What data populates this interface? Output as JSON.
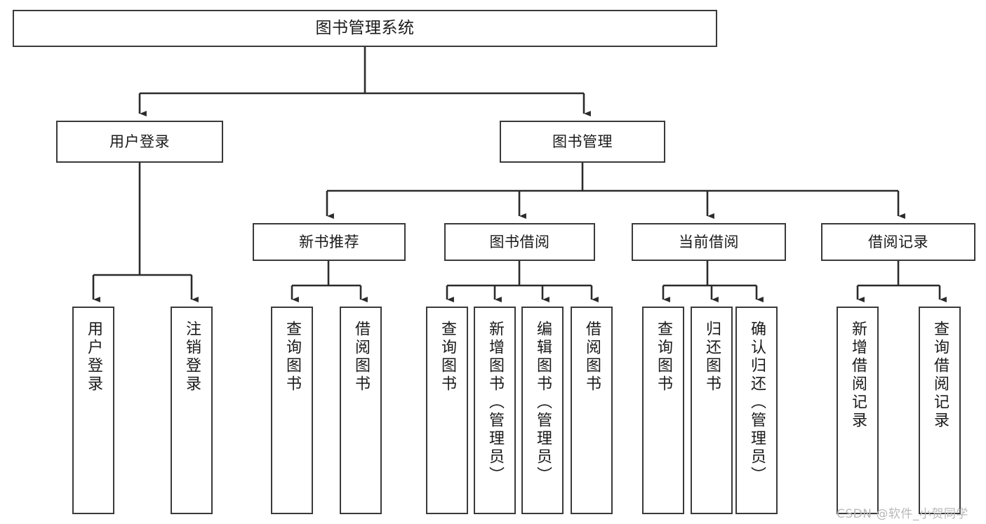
{
  "diagram": {
    "type": "hierarchy-tree",
    "title": "图书管理系统",
    "watermark": "CSDN @软件_小贺同学",
    "colors": {
      "background": "#ffffff",
      "box_border": "#3a3a3a",
      "connector": "#2b2b2b",
      "text": "#1a1a1a",
      "watermark": "#b9b9b9"
    },
    "nodes": {
      "root": {
        "label": "图书管理系统"
      },
      "level2": [
        {
          "id": "user-login",
          "label": "用户登录"
        },
        {
          "id": "book-manage",
          "label": "图书管理"
        }
      ],
      "level3": [
        {
          "id": "new-book-recommend",
          "label": "新书推荐"
        },
        {
          "id": "book-borrow",
          "label": "图书借阅"
        },
        {
          "id": "current-borrow",
          "label": "当前借阅"
        },
        {
          "id": "borrow-record",
          "label": "借阅记录"
        }
      ],
      "leaves": {
        "user_login": [
          {
            "id": "leaf-user-login",
            "label": "用户登录"
          },
          {
            "id": "leaf-logout-login",
            "label": "注销登录"
          }
        ],
        "new_book_recommend": [
          {
            "id": "leaf-query-book-1",
            "label": "查询图书"
          },
          {
            "id": "leaf-borrow-book-1",
            "label": "借阅图书"
          }
        ],
        "book_borrow": [
          {
            "id": "leaf-query-book-2",
            "label": "查询图书"
          },
          {
            "id": "leaf-add-book",
            "label": "新增图书（管理员）"
          },
          {
            "id": "leaf-edit-book",
            "label": "编辑图书（管理员）"
          },
          {
            "id": "leaf-borrow-book-2",
            "label": "借阅图书"
          }
        ],
        "current_borrow": [
          {
            "id": "leaf-query-book-3",
            "label": "查询图书"
          },
          {
            "id": "leaf-return-book",
            "label": "归还图书"
          },
          {
            "id": "leaf-confirm-return",
            "label": "确认归还（管理员）"
          }
        ],
        "borrow_record": [
          {
            "id": "leaf-add-record",
            "label": "新增借阅记录"
          },
          {
            "id": "leaf-query-record",
            "label": "查询借阅记录"
          }
        ]
      }
    },
    "edges": [
      {
        "from": "root",
        "to": "user-login"
      },
      {
        "from": "root",
        "to": "book-manage"
      },
      {
        "from": "user-login",
        "to": "leaf-user-login"
      },
      {
        "from": "user-login",
        "to": "leaf-logout-login"
      },
      {
        "from": "book-manage",
        "to": "new-book-recommend"
      },
      {
        "from": "book-manage",
        "to": "book-borrow"
      },
      {
        "from": "book-manage",
        "to": "current-borrow"
      },
      {
        "from": "book-manage",
        "to": "borrow-record"
      },
      {
        "from": "new-book-recommend",
        "to": "leaf-query-book-1"
      },
      {
        "from": "new-book-recommend",
        "to": "leaf-borrow-book-1"
      },
      {
        "from": "book-borrow",
        "to": "leaf-query-book-2"
      },
      {
        "from": "book-borrow",
        "to": "leaf-add-book"
      },
      {
        "from": "book-borrow",
        "to": "leaf-edit-book"
      },
      {
        "from": "book-borrow",
        "to": "leaf-borrow-book-2"
      },
      {
        "from": "current-borrow",
        "to": "leaf-query-book-3"
      },
      {
        "from": "current-borrow",
        "to": "leaf-return-book"
      },
      {
        "from": "current-borrow",
        "to": "leaf-confirm-return"
      },
      {
        "from": "borrow-record",
        "to": "leaf-add-record"
      },
      {
        "from": "borrow-record",
        "to": "leaf-query-record"
      }
    ]
  }
}
